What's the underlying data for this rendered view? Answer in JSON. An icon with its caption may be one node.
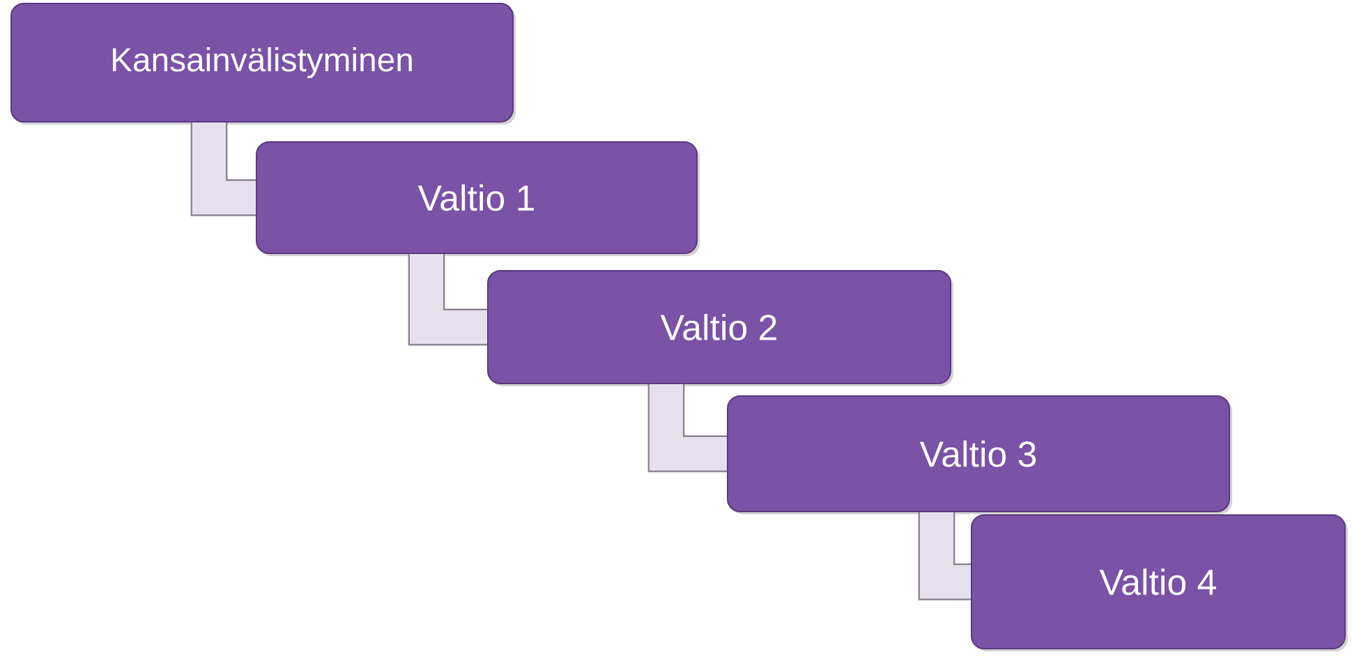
{
  "diagram": {
    "nodes": [
      {
        "text": [
          "Kansainvälistyminen"
        ]
      },
      {
        "text": [
          "Valtio 1"
        ]
      },
      {
        "text": [
          "Valtio 2"
        ]
      },
      {
        "text": [
          "Valtio 3"
        ]
      },
      {
        "text": [
          "Valtio 4"
        ]
      }
    ],
    "edges": [
      {
        "from": 0,
        "to": 1,
        "arrow": "none"
      },
      {
        "from": 1,
        "to": 2,
        "arrow": "none"
      },
      {
        "from": 2,
        "to": 3,
        "arrow": "none"
      },
      {
        "from": 3,
        "to": 4,
        "arrow": "none"
      }
    ]
  }
}
